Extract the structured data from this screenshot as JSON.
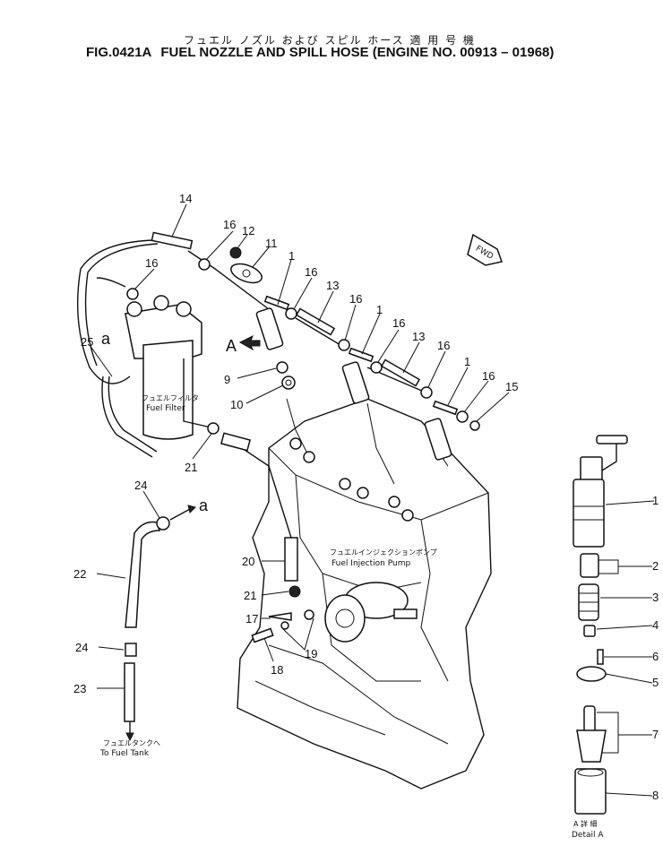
{
  "title": {
    "japanese": "フュエル ノズル および スピル ホース 適 用 号 機",
    "fig": "FIG.0421A",
    "english": "FUEL NOZZLE AND SPILL HOSE (ENGINE NO. 00913 – 01968)"
  },
  "labels": {
    "fuel_filter_jp": "フュエルフィルタ",
    "fuel_filter_en": "Fuel Filter",
    "pump_jp": "フュエルインジェクションポンプ",
    "pump_en": "Fuel Injection Pump",
    "tank_jp": "フュエルタンクへ",
    "tank_en": "To Fuel Tank",
    "detail_jp": "A 詳 細",
    "detail_en": "Detail A",
    "fwd": "FWD",
    "view_a": "A",
    "conn_a1": "a",
    "conn_a2": "a"
  },
  "callouts": {
    "c14": "14",
    "c16a": "16",
    "c12": "12",
    "c11": "11",
    "c1a": "1",
    "c16b": "16",
    "c13a": "13",
    "c16c": "16",
    "c1b": "1",
    "c16d": "16",
    "c13b": "13",
    "c16e": "16",
    "c1c": "1",
    "c16f": "16",
    "c15": "15",
    "c16g": "16",
    "c25": "25",
    "c9": "9",
    "c10": "10",
    "c21a": "21",
    "c24a": "24",
    "c22": "22",
    "c24b": "24",
    "c23": "23",
    "c20": "20",
    "c21b": "21",
    "c17": "17",
    "c18": "18",
    "c19": "19",
    "d1": "1",
    "d2": "2",
    "d3": "3",
    "d4": "4",
    "d6": "6",
    "d5": "5",
    "d7": "7",
    "d8": "8"
  }
}
